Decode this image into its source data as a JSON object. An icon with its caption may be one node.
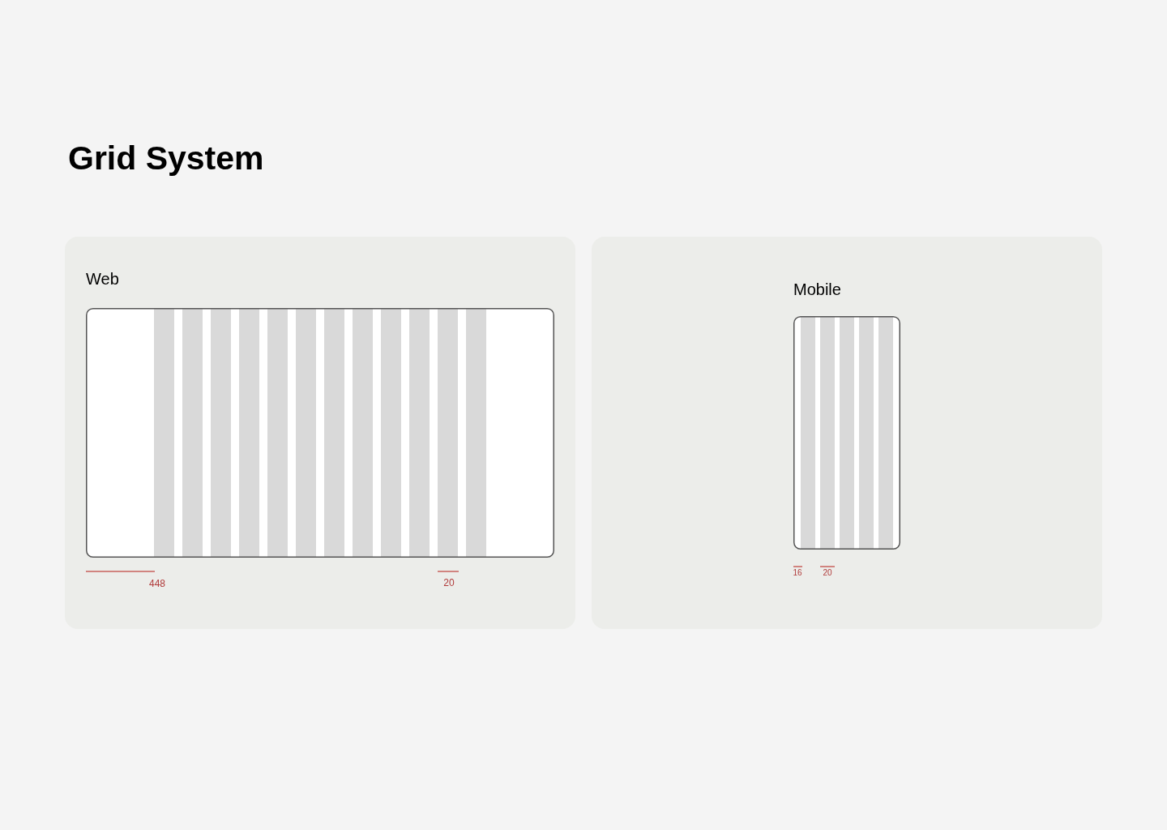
{
  "diagram": {
    "title": "Grid System",
    "nodes": [
      {
        "text": [
          "Web"
        ]
      },
      {
        "text": [
          "Mobile"
        ]
      }
    ],
    "edges": [],
    "labels": [
      "448",
      "20",
      "16",
      "20"
    ]
  }
}
